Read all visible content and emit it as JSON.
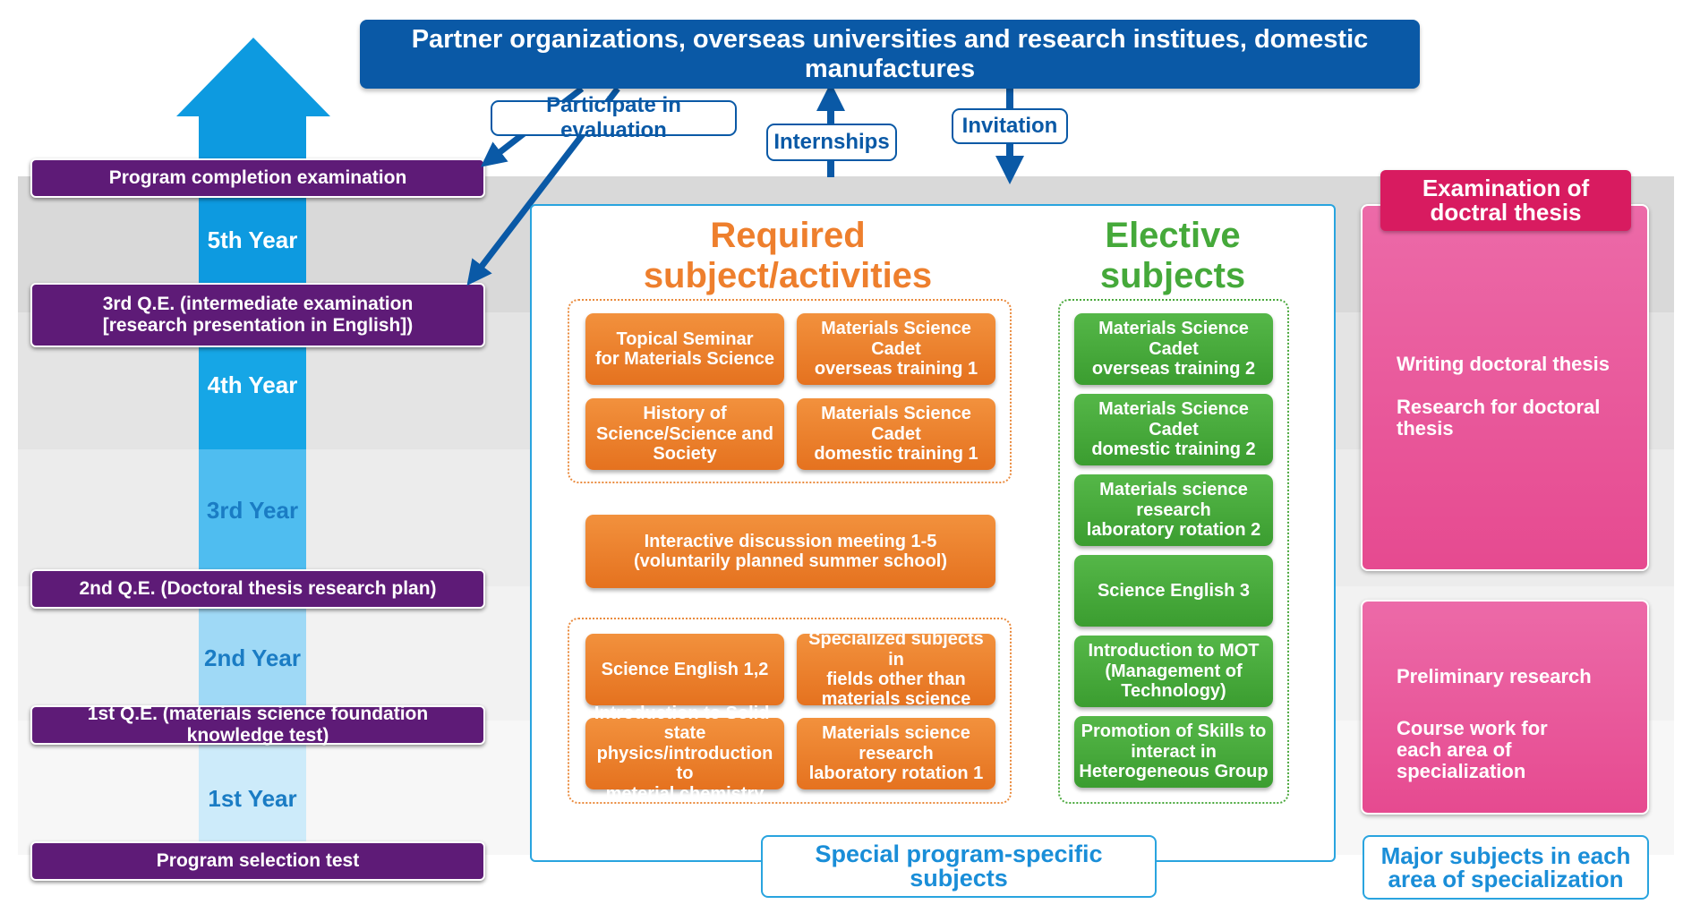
{
  "header": {
    "banner": "Partner organizations, overseas universities and research institues, domestic manufactures",
    "participate": "Participate in evaluation",
    "internships": "Internships",
    "invitation": "Invitation"
  },
  "timeline": {
    "milestones": {
      "completion": "Program completion examination",
      "qe3_line1": "3rd Q.E. (intermediate examination",
      "qe3_line2": "[research presentation in English])",
      "qe2": "2nd Q.E. (Doctoral thesis research plan)",
      "qe1": "1st Q.E. (materials science foundation knowledge test)",
      "selection": "Program selection test"
    },
    "years": [
      "5th Year",
      "4th Year",
      "3rd Year",
      "2nd Year",
      "1st Year"
    ]
  },
  "required": {
    "title": "Required subject/activities",
    "seminar": [
      "Topical Seminar",
      "for Materials Science"
    ],
    "cadet_overseas_1": [
      "Materials Science Cadet",
      "overseas training 1"
    ],
    "history": [
      "History of",
      "Science/Science and",
      "Society"
    ],
    "cadet_domestic_1": [
      "Materials Science Cadet",
      "domestic training 1"
    ],
    "interactive": [
      "Interactive discussion meeting 1-5",
      "(voluntarily planned summer school)"
    ],
    "english12": [
      "Science English 1,2"
    ],
    "specialized": [
      "Specialized subjects in",
      "fields other than",
      "materials science"
    ],
    "solid_state": [
      "Introduction to Solid-state",
      "physics/introduction to",
      "meterial chemistry"
    ],
    "lab_rotation_1": [
      "Materials science research",
      "laboratory rotation 1"
    ]
  },
  "elective": {
    "title": "Elective subjects",
    "cadet_overseas_2": [
      "Materials Science Cadet",
      "overseas training 2"
    ],
    "cadet_domestic_2": [
      "Materials Science Cadet",
      "domestic training 2"
    ],
    "lab_rotation_2": [
      "Materials science research",
      "laboratory rotation 2"
    ],
    "english3": [
      "Science English 3"
    ],
    "mot": [
      "Introduction to MOT",
      "(Management of Technology)"
    ],
    "skills": [
      "Promotion of Skills to",
      "interact in",
      "Heterogeneous Group"
    ]
  },
  "special_label": "Special program-specific subjects",
  "right": {
    "exam_title": [
      "Examination of",
      "doctral thesis"
    ],
    "writing": "Writing doctoral thesis",
    "research": "Research for doctoral thesis",
    "preliminary": "Preliminary research",
    "coursework": [
      "Course work for",
      "each area of specialization"
    ],
    "major_label": [
      "Major subjects in each",
      "area of specialization"
    ]
  },
  "colors": {
    "navy": "#0a59a6",
    "purple": "#5e1b77",
    "orange": "#ee7f2d",
    "green": "#45a93a",
    "pink": "#e85a9c",
    "magenta": "#d81b60",
    "sky": "#29a4df"
  }
}
